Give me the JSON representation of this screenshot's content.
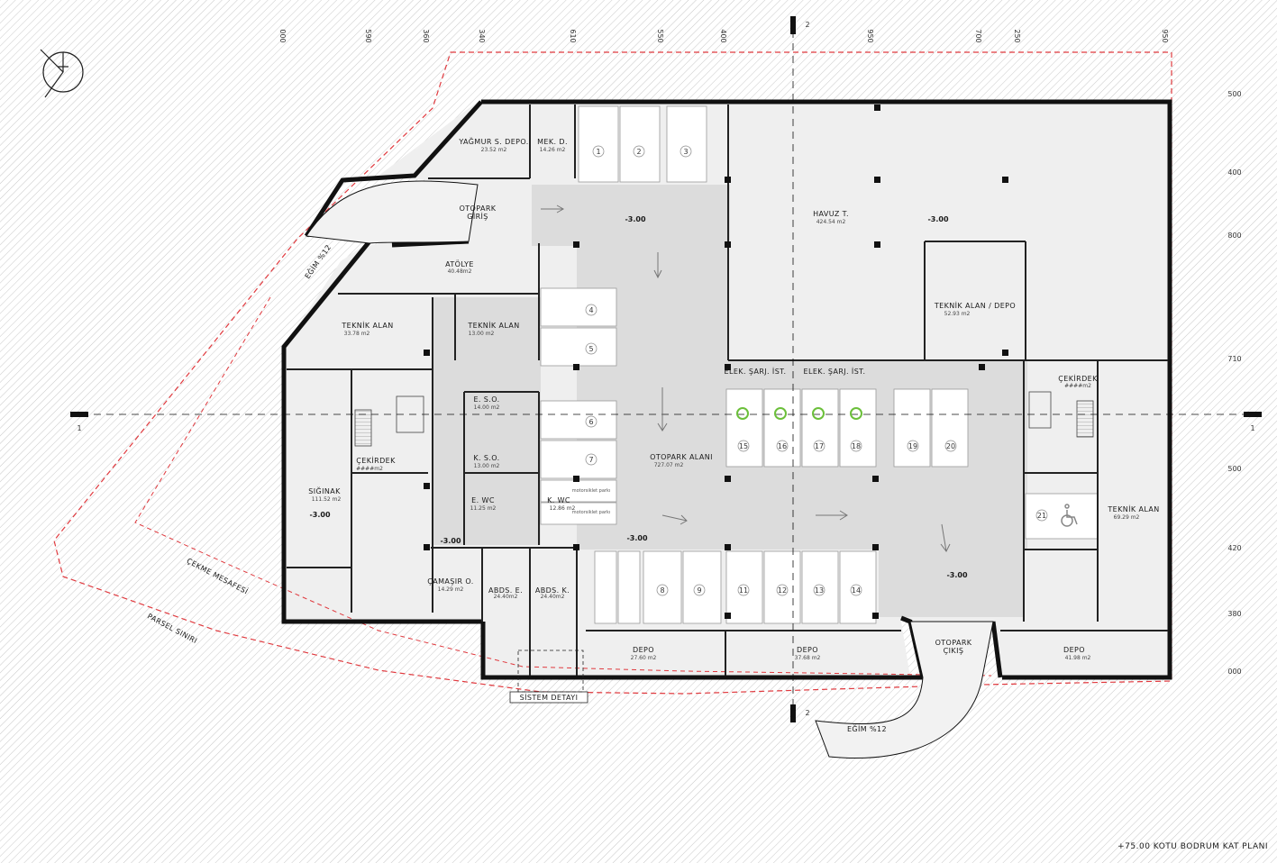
{
  "title": "+75.00 KOTU BODRUM KAT PLANI",
  "dimensions_top": [
    "000",
    "590",
    "360",
    "340",
    "610",
    "550",
    "400",
    "950",
    "700",
    "250",
    "950"
  ],
  "dimensions_right": [
    "500",
    "400",
    "800",
    "710",
    "500",
    "420",
    "380",
    "000"
  ],
  "section_marks": {
    "a": "1",
    "b": "2"
  },
  "rooms": {
    "yagmur": {
      "name": "YAĞMUR S. DEPO.",
      "area": "23.52 m2"
    },
    "mekd": {
      "name": "MEK. D.",
      "area": "14.26 m2"
    },
    "otopark_giris": {
      "line1": "OTOPARK",
      "line2": "GİRİŞ"
    },
    "atolye": {
      "name": "ATÖLYE",
      "area": "40.48m2"
    },
    "teknik1": {
      "name": "TEKNİK ALAN",
      "area": "33.78 m2"
    },
    "teknik2": {
      "name": "TEKNİK ALAN",
      "area": "13.00 m2"
    },
    "cekirdek1": {
      "name": "ÇEKİRDEK",
      "area": "####m2"
    },
    "siginak": {
      "name": "SIĞINAK",
      "area": "111.52 m2"
    },
    "cekme": "ÇEKME MESAFESİ",
    "parsel": "PARSEL SINIRI",
    "egim1": "EĞİM %12",
    "egim2": "EĞİM %12",
    "eso": {
      "name": "E. S.O.",
      "area": "14.00 m2"
    },
    "kso": {
      "name": "K. S.O.",
      "area": "13.00 m2"
    },
    "ewc": {
      "name": "E. WC",
      "area": "11.25 m2"
    },
    "kwc": {
      "name": "K. WC",
      "area": "12.86 m2"
    },
    "camasir": {
      "name": "ÇAMAŞIR O.",
      "area": "14.29 m2"
    },
    "abdse": {
      "name": "ABDS. E.",
      "area": "24.40m2"
    },
    "abdsk": {
      "name": "ABDS. K.",
      "area": "24.40m2"
    },
    "havuz": {
      "name": "HAVUZ T.",
      "area": "424.54 m2"
    },
    "teknik_depo": {
      "name": "TEKNİK ALAN / DEPO",
      "area": "52.93 m2"
    },
    "otopark_alani": {
      "name": "OTOPARK ALANI",
      "area": "727.07 m2"
    },
    "elek1": "ELEK. ŞARJ. İST.",
    "elek2": "ELEK. ŞARJ. İST.",
    "cekirdek2": {
      "name": "ÇEKİRDEK",
      "area": "####m2"
    },
    "teknik3": {
      "name": "TEKNİK ALAN",
      "area": "69.29 m2"
    },
    "depo1": {
      "name": "DEPO",
      "area": "27.60 m2"
    },
    "depo2": {
      "name": "DEPO",
      "area": "37.68 m2"
    },
    "depo3": {
      "name": "DEPO",
      "area": "41.98 m2"
    },
    "otopark_cikis": {
      "line1": "OTOPARK",
      "line2": "ÇIKIŞ"
    },
    "sistem": "SİSTEM DETAYI",
    "moto": "motorsiklet parkı"
  },
  "elevations": [
    "-3.00",
    "-3.00",
    "-3.00",
    "-3.00",
    "-3.00",
    "-3.00"
  ],
  "parking_numbers": [
    "1",
    "2",
    "3",
    "4",
    "5",
    "6",
    "7",
    "8",
    "9",
    "11",
    "12",
    "13",
    "14",
    "15",
    "16",
    "17",
    "18",
    "19",
    "20",
    "21"
  ],
  "charger_icon": "e-charger-icon",
  "colors": {
    "wall": "#111111",
    "floor": "#eeeeee",
    "circulation": "#dcdcdc",
    "parcel": "#e0393e",
    "hatch": "#cfcfcf"
  }
}
